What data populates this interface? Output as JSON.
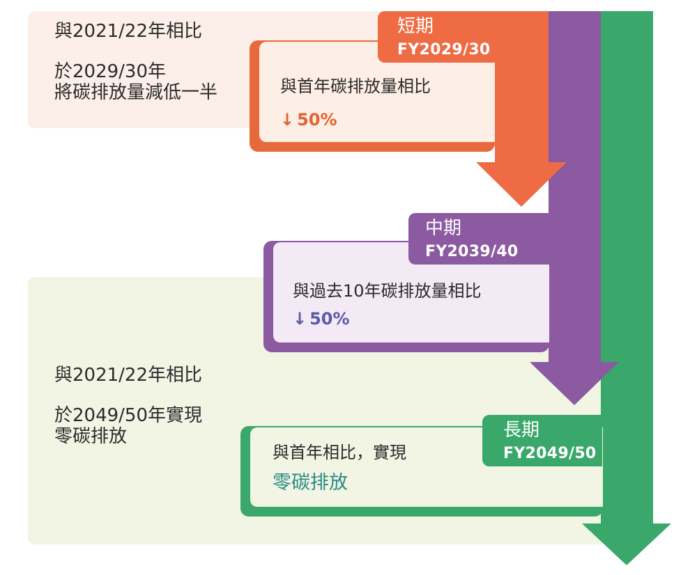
{
  "colors": {
    "short": "#ef6b44",
    "mid": "#8b5aa1",
    "long": "#3aa86a",
    "short_value": "#e2632f",
    "mid_value": "#5b5aa8",
    "long_value": "#2a8a83"
  },
  "left_top": {
    "line1": "與2021/22年相比",
    "line2": "於2029/30年",
    "line3": "將碳排放量減低一半"
  },
  "left_bottom": {
    "line1": "與2021/22年相比",
    "line2": "於2049/50年實現",
    "line3": "零碳排放"
  },
  "short_term": {
    "label": "短期",
    "year": "FY2029/30",
    "compare": "與首年碳排放量相比",
    "value": "50%",
    "icon": "down-arrow-icon"
  },
  "mid_term": {
    "label": "中期",
    "year": "FY2039/40",
    "compare": "與過去10年碳排放量相比",
    "value": "50%",
    "icon": "down-arrow-icon"
  },
  "long_term": {
    "label": "長期",
    "year": "FY2049/50",
    "compare": "與首年相比，實現",
    "value": "零碳排放"
  }
}
